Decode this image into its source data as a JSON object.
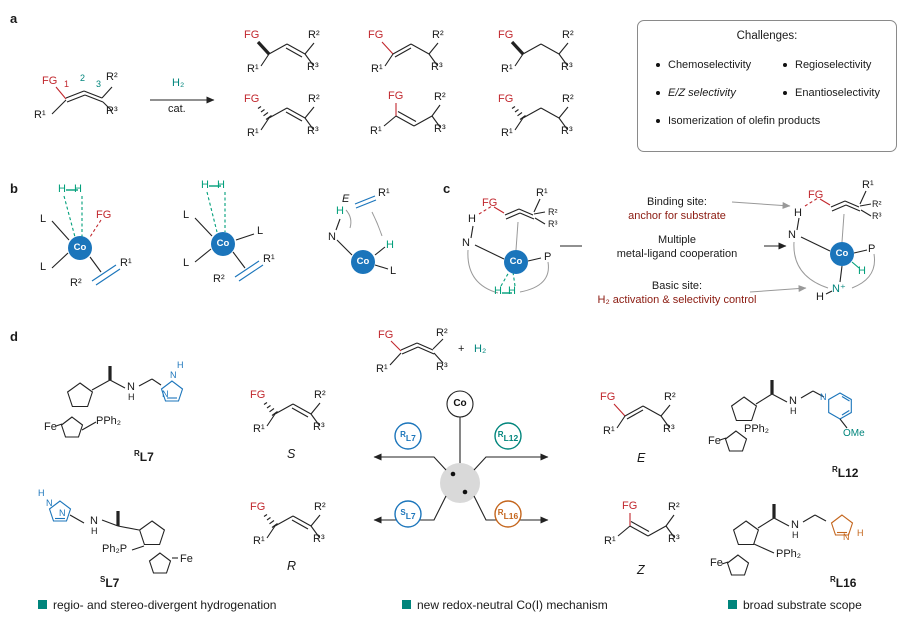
{
  "figure": {
    "panel_labels": {
      "a": "a",
      "b": "b",
      "c": "c",
      "d": "d"
    }
  },
  "lbl": {
    "fg": "FG",
    "r1": "R¹",
    "r2": "R²",
    "r3": "R³",
    "h": "H",
    "l": "L",
    "co": "Co",
    "n": "N",
    "p": "P",
    "e": "E",
    "nplus": "N⁺",
    "h2": "H₂",
    "plus": "+",
    "cat": "cat.",
    "fe": "Fe",
    "pph2": "PPh₂",
    "ph2p": "Ph₂P",
    "ome": "OMe",
    "pos1": "1",
    "pos2": "2",
    "pos3": "3"
  },
  "challenges": {
    "title": "Challenges:",
    "col1": [
      "Chemoselectivity",
      "E/Z selectivity",
      "Isomerization of olefin products"
    ],
    "col2": [
      "Regioselectivity",
      "Enantioselectivity"
    ]
  },
  "panel_c": {
    "binding_title": "Binding site:",
    "binding_sub": "anchor for substrate",
    "coop_line1": "Multiple",
    "coop_line2": "metal-ligand cooperation",
    "basic_title": "Basic site:",
    "basic_sub": "H₂ activation & selectivity control"
  },
  "panel_d": {
    "ligands": [
      {
        "p": "R",
        "n": "L7"
      },
      {
        "p": "R",
        "n": "L12"
      },
      {
        "p": "S",
        "n": "L7"
      },
      {
        "p": "R",
        "n": "L16"
      }
    ],
    "stereo": {
      "s": "S",
      "e": "E",
      "r": "R",
      "z": "Z"
    },
    "footers": [
      "regio- and stereo-divergent hydrogenation",
      "new redox-neutral Co(I) mechanism",
      "broad substrate scope"
    ]
  },
  "colors": {
    "fg_red": "#c1272d",
    "h_green": "#009f7a",
    "co_blue": "#1b75bb",
    "teal": "#00857c",
    "orange": "#c4651c",
    "dark_red": "#8b1a10",
    "gray": "#999999"
  }
}
